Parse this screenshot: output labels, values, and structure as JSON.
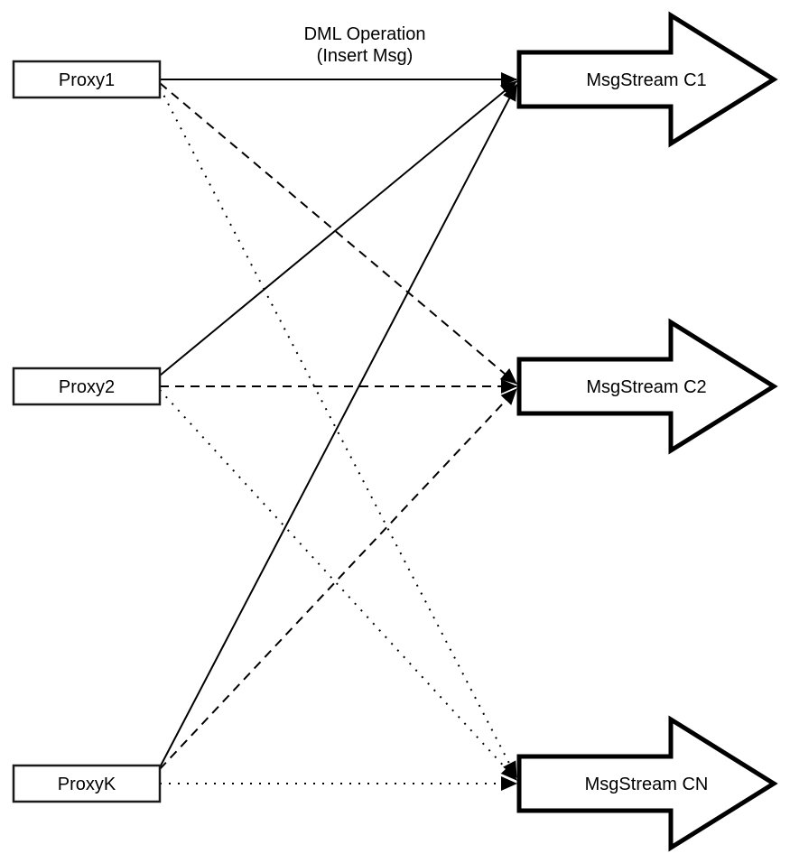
{
  "diagram": {
    "edge_label": {
      "line1": "DML Operation",
      "line2": "(Insert Msg)"
    },
    "proxies": [
      {
        "label": "Proxy1"
      },
      {
        "label": "Proxy2"
      },
      {
        "label": "ProxyK"
      }
    ],
    "streams": [
      {
        "label": "MsgStream C1",
        "incoming_line_style": "solid"
      },
      {
        "label": "MsgStream C2",
        "incoming_line_style": "dashed"
      },
      {
        "label": "MsgStream CN",
        "incoming_line_style": "dotted"
      }
    ],
    "connections": [
      {
        "from": "Proxy1",
        "to": "MsgStream C1",
        "style": "solid",
        "label": "DML Operation (Insert Msg)"
      },
      {
        "from": "Proxy2",
        "to": "MsgStream C1",
        "style": "solid"
      },
      {
        "from": "ProxyK",
        "to": "MsgStream C1",
        "style": "solid"
      },
      {
        "from": "Proxy1",
        "to": "MsgStream C2",
        "style": "dashed"
      },
      {
        "from": "Proxy2",
        "to": "MsgStream C2",
        "style": "dashed"
      },
      {
        "from": "ProxyK",
        "to": "MsgStream C2",
        "style": "dashed"
      },
      {
        "from": "Proxy1",
        "to": "MsgStream CN",
        "style": "dotted"
      },
      {
        "from": "Proxy2",
        "to": "MsgStream CN",
        "style": "dotted"
      },
      {
        "from": "ProxyK",
        "to": "MsgStream CN",
        "style": "dotted"
      }
    ],
    "colors": {
      "foreground": "#000000",
      "background": "#ffffff"
    }
  }
}
